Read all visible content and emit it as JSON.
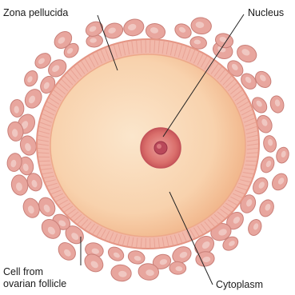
{
  "labels": {
    "zona_pellucida": "Zona pellucida",
    "nucleus": "Nucleus",
    "cell_line1": "Cell from",
    "cell_line2": "ovarian follicle",
    "cytoplasm": "Cytoplasm"
  },
  "colors": {
    "background": "#ffffff",
    "follicle_cell_fill": "#e8a69e",
    "follicle_cell_outline": "#c97f78",
    "follicle_cell_nucleus": "#f3d2cc",
    "zona_pellucida": "#f2b7aa",
    "zona_edge": "#e59a8c",
    "cytoplasm_outer": "#f6c49a",
    "cytoplasm_inner": "#fbe4c8",
    "nucleus_outer": "#d96a6a",
    "nucleus_inner": "#b84a55",
    "leader_line": "#222222"
  }
}
